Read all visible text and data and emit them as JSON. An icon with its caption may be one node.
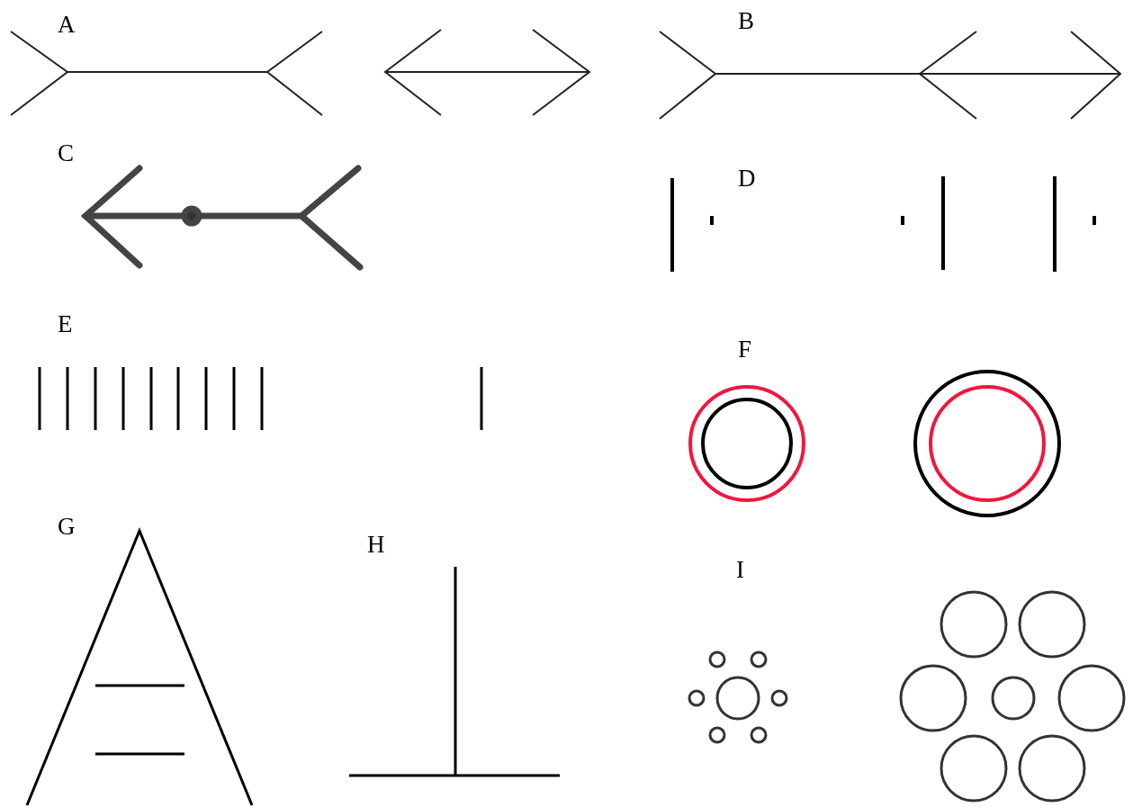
{
  "diagram": {
    "labels": [
      "A",
      "B",
      "C",
      "D",
      "E",
      "F",
      "G",
      "H",
      "I"
    ]
  }
}
